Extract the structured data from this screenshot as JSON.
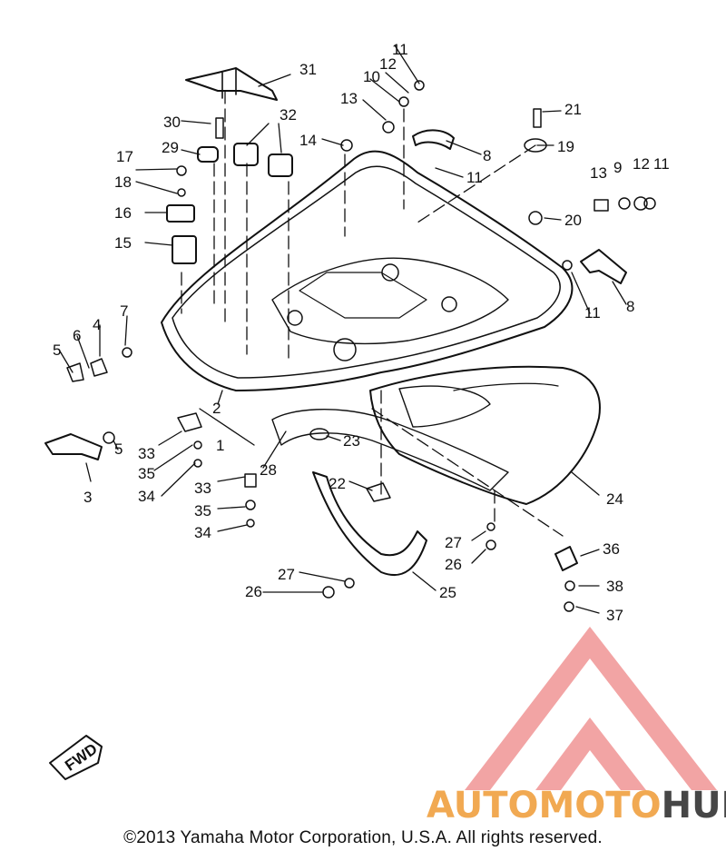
{
  "diagram": {
    "labels": [
      "31",
      "11",
      "12",
      "10",
      "13",
      "21",
      "30",
      "32",
      "14",
      "8",
      "19",
      "29",
      "11",
      "17",
      "13",
      "9",
      "12",
      "11",
      "18",
      "20",
      "16",
      "15",
      "11",
      "8",
      "7",
      "6",
      "4",
      "5",
      "2",
      "33",
      "23",
      "1",
      "5",
      "35",
      "28",
      "22",
      "24",
      "3",
      "34",
      "33",
      "35",
      "34",
      "36",
      "27",
      "26",
      "27",
      "38",
      "26",
      "25",
      "37"
    ],
    "fwd": "FWD"
  },
  "watermark": {
    "part1": "AUTOMOTO",
    "part2": "HUB",
    "color_primary": "#e85a5a",
    "color_secondary": "#f0a040",
    "color_dark": "#333333"
  },
  "footer": {
    "copyright": "©2013 Yamaha Motor Corporation, U.S.A. All rights reserved."
  }
}
